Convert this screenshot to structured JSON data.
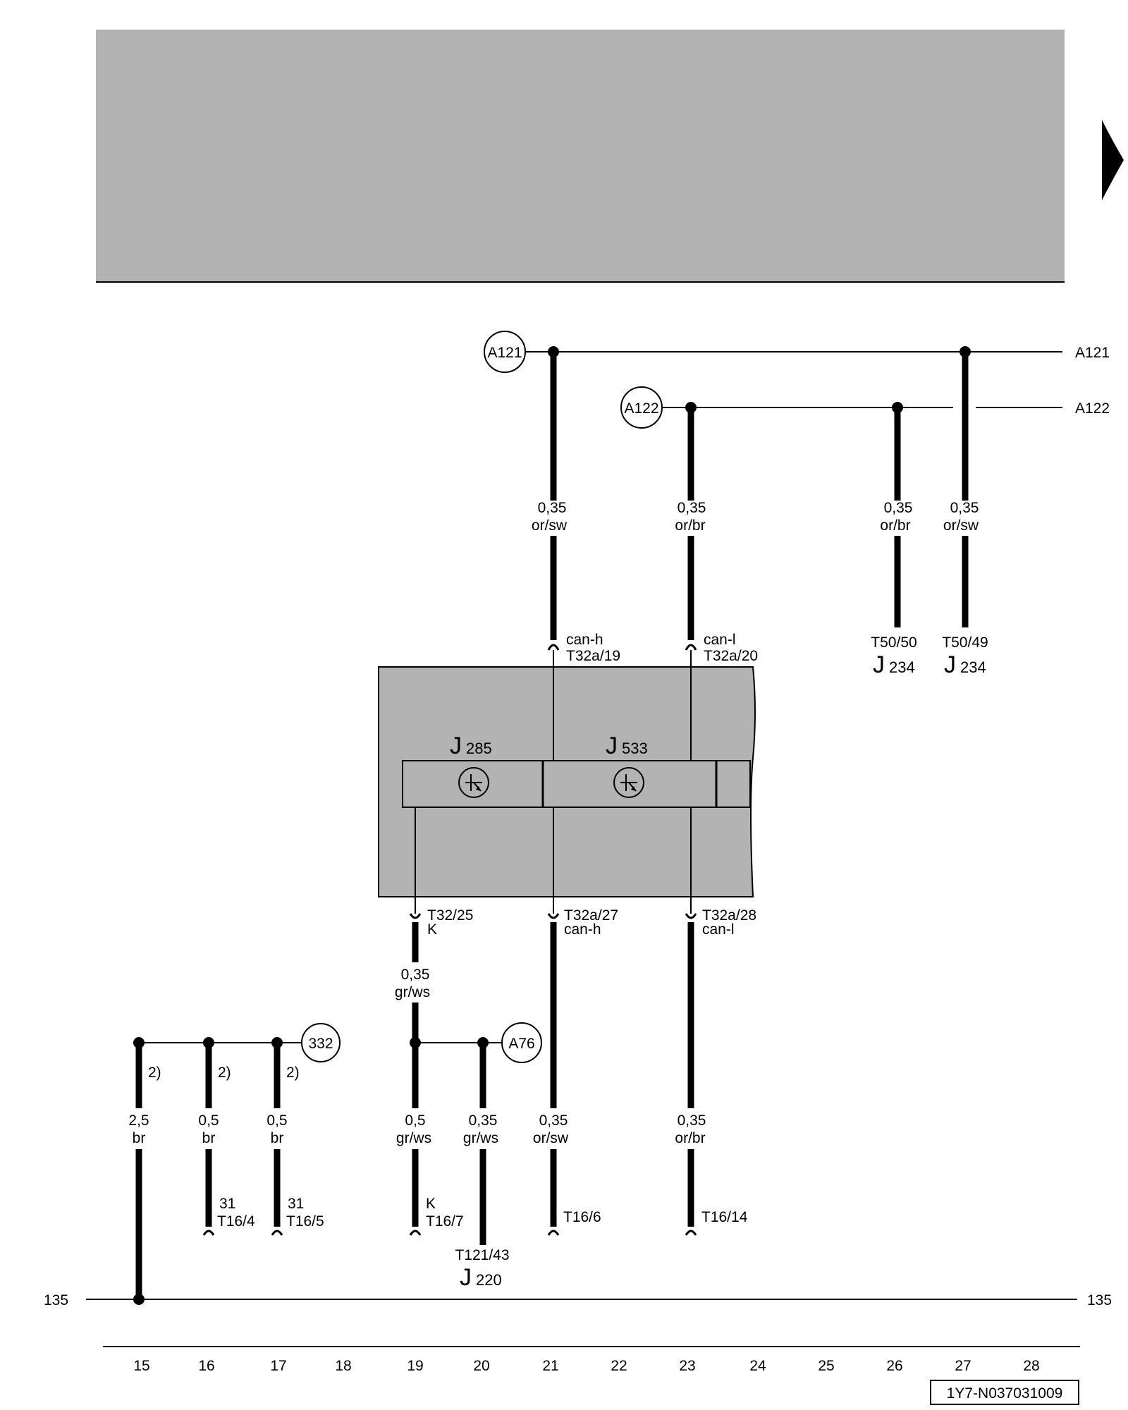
{
  "buses": {
    "a121_right": "A121",
    "a122_right": "A122",
    "ground_left": "135",
    "ground_right": "135"
  },
  "connectors": {
    "a121": "A121",
    "a122": "A122",
    "c332": "332",
    "a76": "A76"
  },
  "wires": {
    "w21_top": {
      "size": "0,35",
      "color": "or/sw"
    },
    "w23_top": {
      "size": "0,35",
      "color": "or/br"
    },
    "w26_top": {
      "size": "0,35",
      "color": "or/br"
    },
    "w27_top": {
      "size": "0,35",
      "color": "or/sw"
    },
    "w19_mid": {
      "size": "0,35",
      "color": "gr/ws"
    },
    "w15": {
      "size": "2,5",
      "color": "br"
    },
    "w16": {
      "size": "0,5",
      "color": "br"
    },
    "w17": {
      "size": "0,5",
      "color": "br"
    },
    "w19_low": {
      "size": "0,5",
      "color": "gr/ws"
    },
    "w20": {
      "size": "0,35",
      "color": "gr/ws"
    },
    "w21_low": {
      "size": "0,35",
      "color": "or/sw"
    },
    "w23_low": {
      "size": "0,35",
      "color": "or/br"
    }
  },
  "pins": {
    "p21_top": {
      "sig": "can-h",
      "pin": "T32a/19"
    },
    "p23_top": {
      "sig": "can-l",
      "pin": "T32a/20"
    },
    "p26_top": {
      "pin": "T50/50"
    },
    "p27_top": {
      "pin": "T50/49"
    },
    "p19_mid": {
      "pin": "T32/25",
      "sig": "K"
    },
    "p21_mid": {
      "pin": "T32a/27",
      "sig": "can-h"
    },
    "p23_mid": {
      "pin": "T32a/28",
      "sig": "can-l"
    },
    "p16_low": {
      "sig": "31",
      "pin": "T16/4"
    },
    "p17_low": {
      "sig": "31",
      "pin": "T16/5"
    },
    "p19_low": {
      "sig": "K",
      "pin": "T16/7"
    },
    "p20_low": {
      "pin": "T121/43"
    },
    "p21_low": {
      "pin": "T16/6"
    },
    "p23_low": {
      "pin": "T16/14"
    }
  },
  "components": {
    "j234a": {
      "letter": "J",
      "sub": "234"
    },
    "j234b": {
      "letter": "J",
      "sub": "234"
    },
    "j285": {
      "letter": "J",
      "sub": "285"
    },
    "j533": {
      "letter": "J",
      "sub": "533"
    },
    "j220": {
      "letter": "J",
      "sub": "220"
    }
  },
  "footnotes": [
    "2)",
    "2)",
    "2)"
  ],
  "grid_numbers": [
    "15",
    "16",
    "17",
    "18",
    "19",
    "20",
    "21",
    "22",
    "23",
    "24",
    "25",
    "26",
    "27",
    "28"
  ],
  "doc_code": "1Y7-N037031009"
}
